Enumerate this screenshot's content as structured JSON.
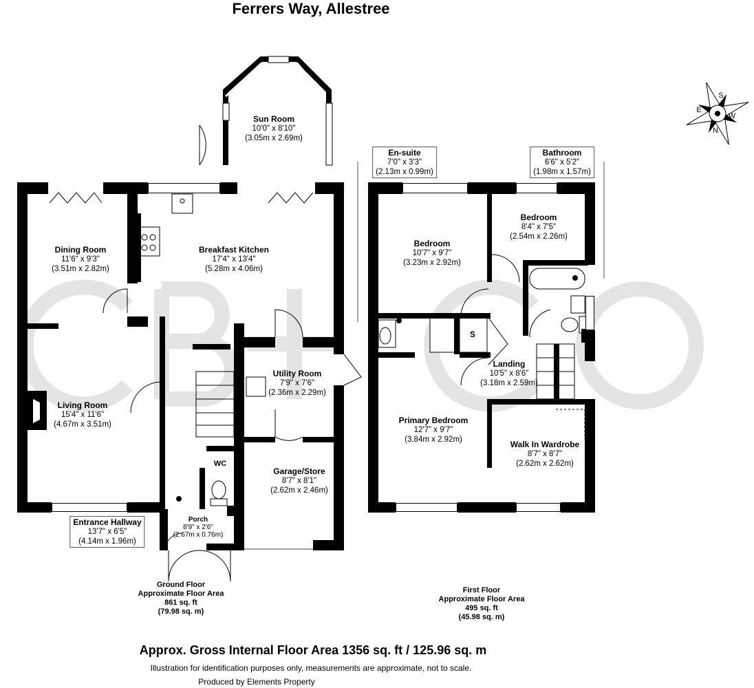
{
  "title": "Ferrers Way, Allestree",
  "watermark": {
    "left": "CB",
    "right": "CO"
  },
  "ground_floor": {
    "rooms": [
      {
        "name": "Sun Room",
        "imperial": "10'0\" x 8'10\"",
        "metric": "(3.05m x 2.69m)"
      },
      {
        "name": "Dining Room",
        "imperial": "11'6\" x 9'3\"",
        "metric": "(3.51m x 2.82m)"
      },
      {
        "name": "Breakfast Kitchen",
        "imperial": "17'4\" x 13'4\"",
        "metric": "(5.28m x 4.06m)"
      },
      {
        "name": "Living Room",
        "imperial": "15'4\" x 11'6\"",
        "metric": "(4.67m x 3.51m)"
      },
      {
        "name": "Utility Room",
        "imperial": "7'9\" x 7'6\"",
        "metric": "(2.36m x 2.29m)"
      },
      {
        "name": "Garage/Store",
        "imperial": "8'7\" x 8'1\"",
        "metric": "(2.62m x 2.46m)"
      },
      {
        "name": "Porch",
        "imperial": "8'9\" x 2'6\"",
        "metric": "(2.67m x 0.76m)"
      },
      {
        "name": "Entrance Hallway",
        "imperial": "13'7\" x 6'5\"",
        "metric": "(4.14m x 1.96m)"
      }
    ],
    "wc": "WC",
    "caption": {
      "name": "Ground Floor",
      "label": "Approximate Floor Area",
      "sqft": "861 sq. ft",
      "sqm": "(79.98 sq. m)"
    }
  },
  "first_floor": {
    "rooms": [
      {
        "name": "En-suite",
        "imperial": "7'0\" x 3'3\"",
        "metric": "(2.13m x 0.99m)"
      },
      {
        "name": "Bathroom",
        "imperial": "6'6\" x 5'2\"",
        "metric": "(1.98m x 1.57m)"
      },
      {
        "name": "Bedroom",
        "imperial": "10'7\" x 9'7\"",
        "metric": "(3.23m x 2.92m)"
      },
      {
        "name": "Bedroom",
        "imperial": "8'4\" x 7'5\"",
        "metric": "(2.54m x 2.26m)"
      },
      {
        "name": "Landing",
        "imperial": "10'5\" x 8'6\"",
        "metric": "(3.18m x 2.59m)"
      },
      {
        "name": "Primary Bedroom",
        "imperial": "12'7\" x 9'7\"",
        "metric": "(3.84m x 2.92m)"
      },
      {
        "name": "Walk In Wardrobe",
        "imperial": "8'7\" x 8'7\"",
        "metric": "(2.62m x 2.62m)"
      }
    ],
    "storage": "S",
    "caption": {
      "name": "First Floor",
      "label": "Approximate Floor Area",
      "sqft": "495 sq. ft",
      "sqm": "(45.98 sq. m)"
    }
  },
  "compass": {
    "n": "N",
    "s": "S",
    "e": "E",
    "w": "W"
  },
  "gross_area": "Approx. Gross Internal Floor Area 1356 sq. ft / 125.96 sq. m",
  "disclaimer": "Illustration for identification purposes only, measurements are approximate, not to scale.",
  "produced_by": "Produced by Elements Property"
}
